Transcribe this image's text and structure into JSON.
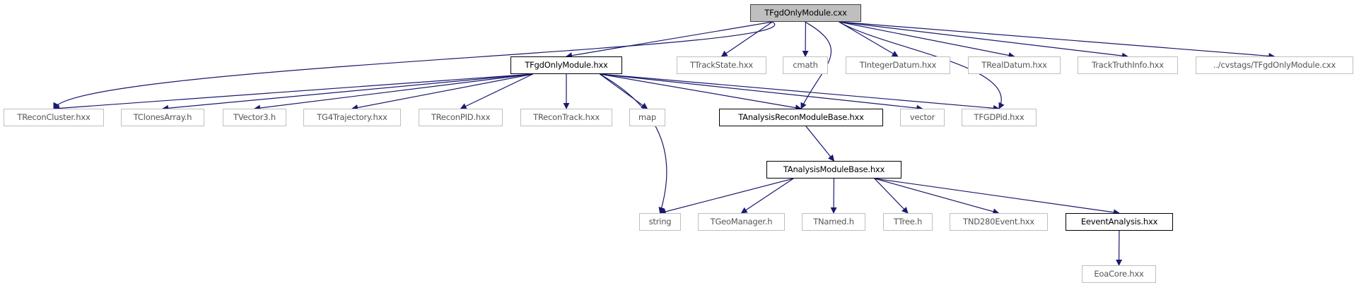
{
  "graph": {
    "edge_color": "#191970",
    "nodes": {
      "cxx": {
        "label": "TFgdOnlyModule.cxx",
        "style": "root"
      },
      "hxx": {
        "label": "TFgdOnlyModule.hxx",
        "style": "doc"
      },
      "trackstate": {
        "label": "TTrackState.hxx",
        "style": "plain"
      },
      "cmath": {
        "label": "cmath",
        "style": "plain"
      },
      "intdatum": {
        "label": "TIntegerDatum.hxx",
        "style": "plain"
      },
      "realdatum": {
        "label": "TRealDatum.hxx",
        "style": "plain"
      },
      "tracktruth": {
        "label": "TrackTruthInfo.hxx",
        "style": "plain"
      },
      "cvstags": {
        "label": "../cvstags/TFgdOnlyModule.cxx",
        "style": "plain"
      },
      "reconcluster": {
        "label": "TReconCluster.hxx",
        "style": "plain"
      },
      "clonesarray": {
        "label": "TClonesArray.h",
        "style": "plain"
      },
      "vector3": {
        "label": "TVector3.h",
        "style": "plain"
      },
      "g4traj": {
        "label": "TG4Trajectory.hxx",
        "style": "plain"
      },
      "reconpid": {
        "label": "TReconPID.hxx",
        "style": "plain"
      },
      "recontrack": {
        "label": "TReconTrack.hxx",
        "style": "plain"
      },
      "map": {
        "label": "map",
        "style": "plain"
      },
      "armb": {
        "label": "TAnalysisReconModuleBase.hxx",
        "style": "doc"
      },
      "vector": {
        "label": "vector",
        "style": "plain"
      },
      "fgdpid": {
        "label": "TFGDPid.hxx",
        "style": "plain"
      },
      "amb": {
        "label": "TAnalysisModuleBase.hxx",
        "style": "doc"
      },
      "string": {
        "label": "string",
        "style": "plain"
      },
      "geomanager": {
        "label": "TGeoManager.h",
        "style": "plain"
      },
      "named": {
        "label": "TNamed.h",
        "style": "plain"
      },
      "tree": {
        "label": "TTree.h",
        "style": "plain"
      },
      "nd280event": {
        "label": "TND280Event.hxx",
        "style": "plain"
      },
      "eevent": {
        "label": "EeventAnalysis.hxx",
        "style": "doc"
      },
      "eoacore": {
        "label": "EoaCore.hxx",
        "style": "plain"
      }
    },
    "edges": [
      [
        "cxx",
        "hxx"
      ],
      [
        "cxx",
        "reconcluster"
      ],
      [
        "cxx",
        "armb"
      ],
      [
        "cxx",
        "trackstate"
      ],
      [
        "cxx",
        "cmath"
      ],
      [
        "cxx",
        "intdatum"
      ],
      [
        "cxx",
        "realdatum"
      ],
      [
        "cxx",
        "tracktruth"
      ],
      [
        "cxx",
        "cvstags"
      ],
      [
        "cxx",
        "fgdpid"
      ],
      [
        "hxx",
        "reconcluster"
      ],
      [
        "hxx",
        "clonesarray"
      ],
      [
        "hxx",
        "vector3"
      ],
      [
        "hxx",
        "g4traj"
      ],
      [
        "hxx",
        "reconpid"
      ],
      [
        "hxx",
        "recontrack"
      ],
      [
        "hxx",
        "map"
      ],
      [
        "hxx",
        "string"
      ],
      [
        "hxx",
        "armb"
      ],
      [
        "hxx",
        "vector"
      ],
      [
        "hxx",
        "fgdpid"
      ],
      [
        "armb",
        "amb"
      ],
      [
        "amb",
        "string"
      ],
      [
        "amb",
        "geomanager"
      ],
      [
        "amb",
        "named"
      ],
      [
        "amb",
        "tree"
      ],
      [
        "amb",
        "nd280event"
      ],
      [
        "amb",
        "eevent"
      ],
      [
        "eevent",
        "eoacore"
      ]
    ]
  }
}
